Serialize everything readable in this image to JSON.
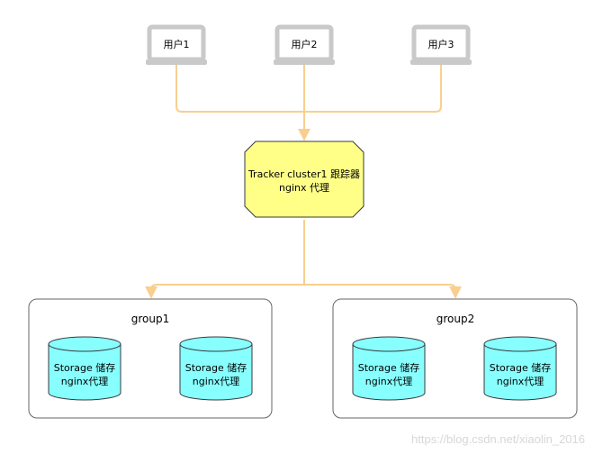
{
  "colors": {
    "connector": "#f9cf8e",
    "laptop_frame": "#c9c9c9",
    "laptop_screen": "#ffffff",
    "tracker_fill": "#ffff88",
    "tracker_stroke": "#36393d",
    "storage_fill": "#88ffff",
    "storage_stroke": "#36393d",
    "group_stroke": "#666666",
    "text": "#000000"
  },
  "users": [
    {
      "label": "用户1",
      "icon": "laptop-icon"
    },
    {
      "label": "用户2",
      "icon": "laptop-icon"
    },
    {
      "label": "用户3",
      "icon": "laptop-icon"
    }
  ],
  "tracker": {
    "shape": "octagon",
    "line1": "Tracker cluster1 跟踪器",
    "line2": "nginx 代理"
  },
  "groups": [
    {
      "title": "group1",
      "storages": [
        {
          "line1": "Storage 储存",
          "line2": "nginx代理"
        },
        {
          "line1": "Storage 储存",
          "line2": "nginx代理"
        }
      ]
    },
    {
      "title": "group2",
      "storages": [
        {
          "line1": "Storage 储存",
          "line2": "nginx代理"
        },
        {
          "line1": "Storage 储存",
          "line2": "nginx代理"
        }
      ]
    }
  ],
  "watermark": "https://blog.csdn.net/xiaolin_2016"
}
